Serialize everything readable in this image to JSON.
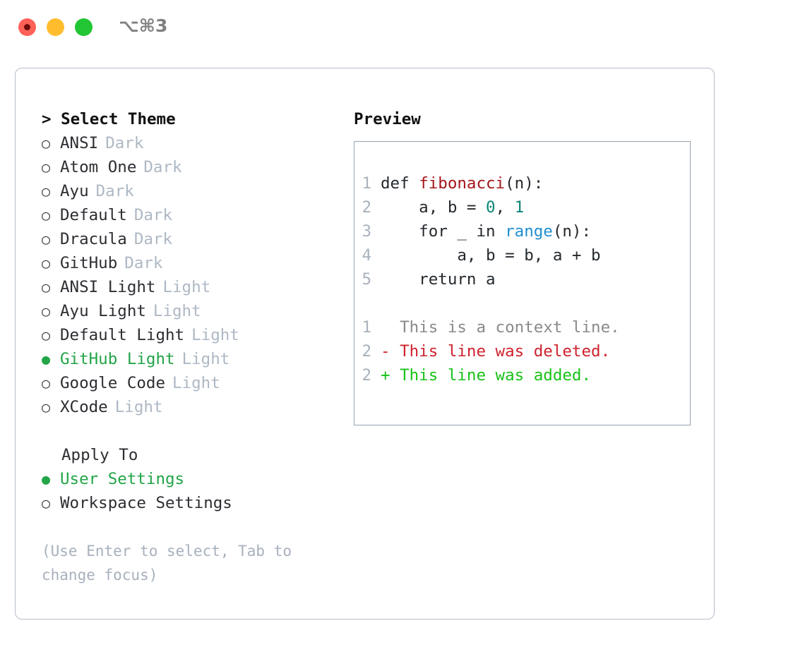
{
  "titlebar": {
    "shortcut": "⌥⌘3",
    "buttons": {
      "close": "close-button",
      "minimize": "minimize-button",
      "maximize": "maximize-button"
    }
  },
  "theme_picker": {
    "header": "> Select Theme",
    "marker_selected": "●",
    "marker_unselected": "○",
    "items": [
      {
        "label": "ANSI",
        "tag": "Dark",
        "selected": false
      },
      {
        "label": "Atom One",
        "tag": "Dark",
        "selected": false
      },
      {
        "label": "Ayu",
        "tag": "Dark",
        "selected": false
      },
      {
        "label": "Default",
        "tag": "Dark",
        "selected": false
      },
      {
        "label": "Dracula",
        "tag": "Dark",
        "selected": false
      },
      {
        "label": "GitHub",
        "tag": "Dark",
        "selected": false
      },
      {
        "label": "ANSI Light",
        "tag": "Light",
        "selected": false
      },
      {
        "label": "Ayu Light",
        "tag": "Light",
        "selected": false
      },
      {
        "label": "Default Light",
        "tag": "Light",
        "selected": false
      },
      {
        "label": "GitHub Light",
        "tag": "Light",
        "selected": true
      },
      {
        "label": "Google Code",
        "tag": "Light",
        "selected": false
      },
      {
        "label": "XCode",
        "tag": "Light",
        "selected": false
      }
    ]
  },
  "apply_to": {
    "header": "Apply To",
    "items": [
      {
        "label": "User Settings",
        "selected": true
      },
      {
        "label": "Workspace Settings",
        "selected": false
      }
    ]
  },
  "hint": "(Use Enter to select, Tab to change focus)",
  "preview": {
    "title": "Preview",
    "code_lines": [
      {
        "no": "1",
        "tokens": [
          {
            "t": "def ",
            "c": "kw"
          },
          {
            "t": "fibonacci",
            "c": "fn"
          },
          {
            "t": "(n):",
            "c": "plain"
          }
        ]
      },
      {
        "no": "2",
        "tokens": [
          {
            "t": "    a, b = ",
            "c": "plain"
          },
          {
            "t": "0",
            "c": "num"
          },
          {
            "t": ", ",
            "c": "plain"
          },
          {
            "t": "1",
            "c": "num"
          }
        ]
      },
      {
        "no": "3",
        "tokens": [
          {
            "t": "    for _ in ",
            "c": "plain"
          },
          {
            "t": "range",
            "c": "call"
          },
          {
            "t": "(n):",
            "c": "plain"
          }
        ]
      },
      {
        "no": "4",
        "tokens": [
          {
            "t": "        a, b = b, a + b",
            "c": "plain"
          }
        ]
      },
      {
        "no": "5",
        "tokens": [
          {
            "t": "    return a",
            "c": "plain"
          }
        ]
      }
    ],
    "diff_lines": [
      {
        "no": "1",
        "sign": "  ",
        "text": "This is a context line.",
        "kind": "context"
      },
      {
        "no": "2",
        "sign": "- ",
        "text": "This line was deleted.",
        "kind": "deleted"
      },
      {
        "no": "2",
        "sign": "+ ",
        "text": "This line was added.",
        "kind": "added"
      }
    ]
  },
  "colors": {
    "selected_green": "#22a447",
    "diff_added": "#17c217",
    "diff_deleted": "#cf222e",
    "tag_gray": "#aeb8c4",
    "hint_gray": "#a7b0bd",
    "panel_border": "#b6bdc9",
    "preview_border": "#97a3b0",
    "keyword": "#24292e",
    "function_name": "#a4161a",
    "number": "#0c8577",
    "builtin_call": "#1f8fcf"
  }
}
